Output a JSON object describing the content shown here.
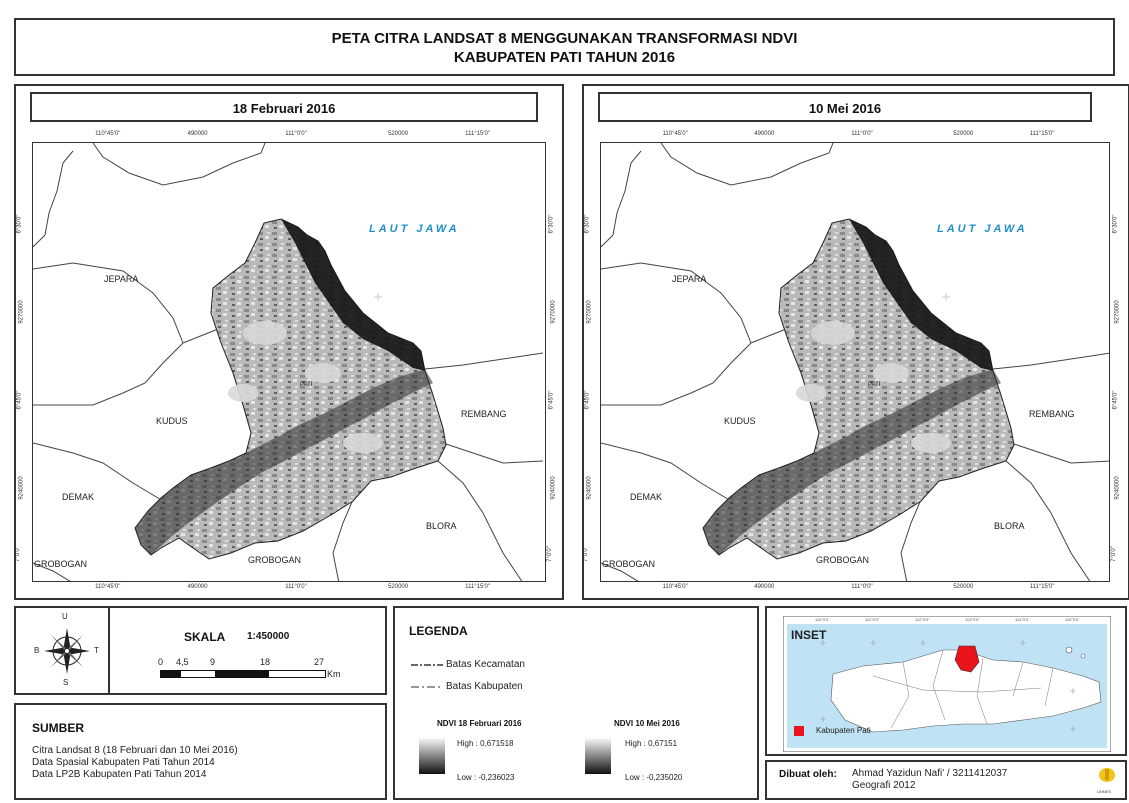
{
  "title": {
    "line1": "PETA CITRA LANDSAT 8 MENGGUNAKAN TRANSFORMASI NDVI",
    "line2": "KABUPATEN PATI TAHUN 2016"
  },
  "maps": [
    {
      "title": "18 Februari 2016",
      "top_ticks": [
        "110°45'0\"",
        "490000",
        "111°0'0\"",
        "520000",
        "111°15'0\""
      ],
      "bottom_ticks": [
        "110°45'0\"",
        "490000",
        "111°0'0\"",
        "520000",
        "111°15'0\""
      ],
      "left_ticks": [
        "6°30'0\"",
        "9270000",
        "6°45'0\"",
        "9240000",
        "7°0'0\""
      ],
      "right_ticks": [
        "6°30'0\"",
        "9270000",
        "6°45'0\"",
        "9240000",
        "7°0'0\""
      ],
      "places": {
        "sea": "LAUT JAWA",
        "jepara": "JEPARA",
        "kudus": "KUDUS",
        "demak": "DEMAK",
        "grobogan_w": "GROBOGAN",
        "grobogan_s": "GROBOGAN",
        "rembang": "REMBANG",
        "blora": "BLORA",
        "pati": "PATI"
      }
    },
    {
      "title": "10 Mei 2016",
      "top_ticks": [
        "110°45'0\"",
        "490000",
        "111°0'0\"",
        "520000",
        "111°15'0\""
      ],
      "bottom_ticks": [
        "110°45'0\"",
        "490000",
        "111°0'0\"",
        "520000",
        "111°15'0\""
      ],
      "left_ticks": [
        "6°30'0\"",
        "9270000",
        "6°45'0\"",
        "9240000",
        "7°0'0\""
      ],
      "right_ticks": [
        "6°30'0\"",
        "9270000",
        "6°45'0\"",
        "9240000",
        "7°0'0\""
      ],
      "places": {
        "sea": "LAUT JAWA",
        "jepara": "JEPARA",
        "kudus": "KUDUS",
        "demak": "DEMAK",
        "grobogan_w": "GROBOGAN",
        "grobogan_s": "GROBOGAN",
        "rembang": "REMBANG",
        "blora": "BLORA",
        "pati": "PATI"
      }
    }
  ],
  "compass": {
    "north": "U",
    "south": "S",
    "west": "B",
    "east": "T"
  },
  "scale": {
    "label": "SKALA",
    "ratio": "1:450000",
    "ticks": [
      "0",
      "4,5",
      "9",
      "18",
      "27"
    ],
    "unit": "Km"
  },
  "legend": {
    "title": "LEGENDA",
    "kecamatan": "Batas Kecamatan",
    "kabupaten": "Batas Kabupaten",
    "ndvi1": {
      "title": "NDVI 18 Februari 2016",
      "high": "High : 0,671518",
      "low": "Low : -0,236023"
    },
    "ndvi2": {
      "title": "NDVI 10 Mei 2016",
      "high": "High : 0,67151",
      "low": "Low : -0,235020"
    }
  },
  "source": {
    "title": "SUMBER",
    "lines": [
      "Citra Landsat 8 (18 Februari dan 10 Mei 2016)",
      "Data Spasial Kabupaten Pati Tahun 2014",
      "Data LP2B Kabupaten Pati Tahun 2014"
    ]
  },
  "inset": {
    "title": "INSET",
    "legend_label": "Kabupaten Pati",
    "colors": {
      "sea": "#bfe3f5",
      "land": "#ffffff",
      "highlight": "#e8131b"
    }
  },
  "credit": {
    "label": "Dibuat oleh:",
    "name": "Ahmad Yazidun Nafi' / 3211412037",
    "program": "Geografi 2012",
    "logo_text": "UNNES"
  }
}
